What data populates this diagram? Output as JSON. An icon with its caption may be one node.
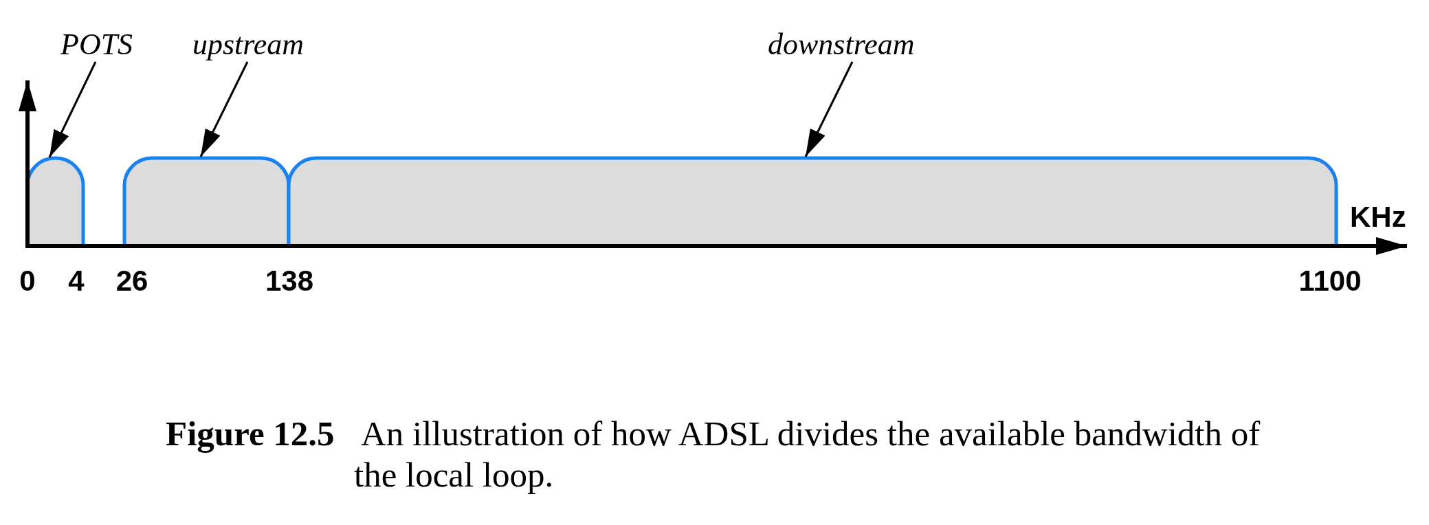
{
  "diagram": {
    "caption": "**Figure 12.5** An illustration of how ADSL divides the available bandwidth of the local loop.",
    "nodes": [
      {
        "text": [
          "POTS"
        ]
      },
      {
        "text": [
          "upstream"
        ]
      },
      {
        "text": [
          "downstream"
        ]
      },
      {
        "text": [],
        "shape": "bar"
      },
      {
        "text": [],
        "shape": "bar"
      },
      {
        "text": [],
        "shape": "bar"
      }
    ],
    "edges": [
      {
        "from": 0,
        "to": 3,
        "arrow": "to"
      },
      {
        "from": 1,
        "to": 4,
        "arrow": "to"
      },
      {
        "from": 2,
        "to": 5,
        "arrow": "to"
      }
    ],
    "labels": [
      "KHz",
      "0",
      "4",
      "26",
      "138",
      "1100"
    ]
  }
}
